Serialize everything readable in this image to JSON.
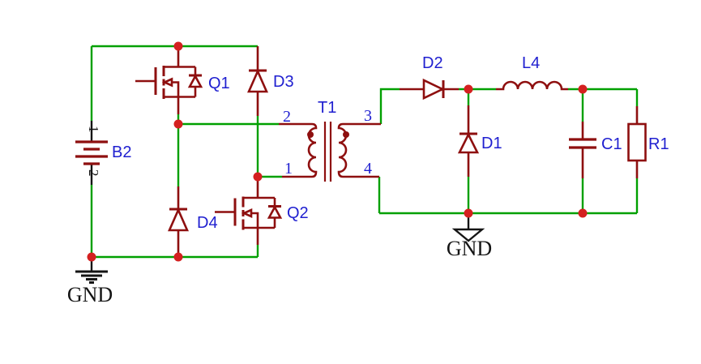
{
  "schematic": {
    "labels": {
      "b2": "B2",
      "q1": "Q1",
      "q2": "Q2",
      "d1": "D1",
      "d2": "D2",
      "d3": "D3",
      "d4": "D4",
      "t1": "T1",
      "l4": "L4",
      "c1": "C1",
      "r1": "R1",
      "gnd_left": "GND",
      "gnd_right": "GND"
    },
    "pins": {
      "b2_1": "1",
      "b2_2": "2",
      "t1_1": "1",
      "t1_2": "2",
      "t1_3": "3",
      "t1_4": "4"
    },
    "components": [
      {
        "ref": "B2",
        "type": "battery"
      },
      {
        "ref": "Q1",
        "type": "n-channel-mosfet"
      },
      {
        "ref": "Q2",
        "type": "n-channel-mosfet"
      },
      {
        "ref": "D1",
        "type": "diode"
      },
      {
        "ref": "D2",
        "type": "diode"
      },
      {
        "ref": "D3",
        "type": "diode"
      },
      {
        "ref": "D4",
        "type": "diode"
      },
      {
        "ref": "T1",
        "type": "transformer"
      },
      {
        "ref": "L4",
        "type": "inductor"
      },
      {
        "ref": "C1",
        "type": "capacitor"
      },
      {
        "ref": "R1",
        "type": "resistor"
      },
      {
        "ref": "GND",
        "type": "ground-symbol",
        "count": 2
      }
    ],
    "colors": {
      "wire": "#00A000",
      "symbol": "#8E0F0F",
      "junction": "#D42020",
      "label": "#2020D0",
      "pin_text": "#141414",
      "ground": "#141414",
      "background": "#FFFFFF"
    }
  }
}
